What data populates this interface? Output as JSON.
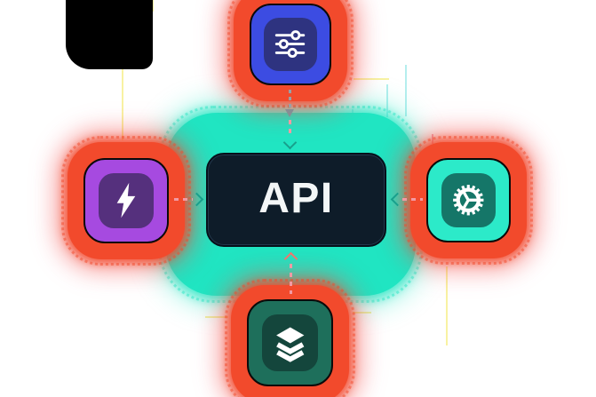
{
  "illustration": {
    "center_label": "API",
    "nodes": {
      "top": {
        "icon": "sliders",
        "outer_color": "#3C4CE2",
        "inner_color": "#2E3380"
      },
      "left": {
        "icon": "lightning",
        "outer_color": "#A64AE0",
        "inner_color": "#55307D"
      },
      "right": {
        "icon": "gear",
        "outer_color": "#2CEAC9",
        "inner_color": "#157668"
      },
      "bottom": {
        "icon": "layers",
        "outer_color": "#1E6F5B",
        "inner_color": "#14463C"
      }
    },
    "colors": {
      "api_box_bg": "#0E1C29",
      "api_text": "#F3F6F7",
      "center_glow": "#20E5C2",
      "node_glow": "#F24A2C",
      "connector_dash_pink": "#F29AA4",
      "connector_dot_gray": "#9AA0A6",
      "chevron_teal": "#18A08C",
      "chevron_pink": "#F2776D",
      "line_yellow": "#F8F2A2",
      "line_cyan": "#B5EEEE",
      "line_pink": "#F8AEBC",
      "corner_blob": "#000000"
    }
  }
}
